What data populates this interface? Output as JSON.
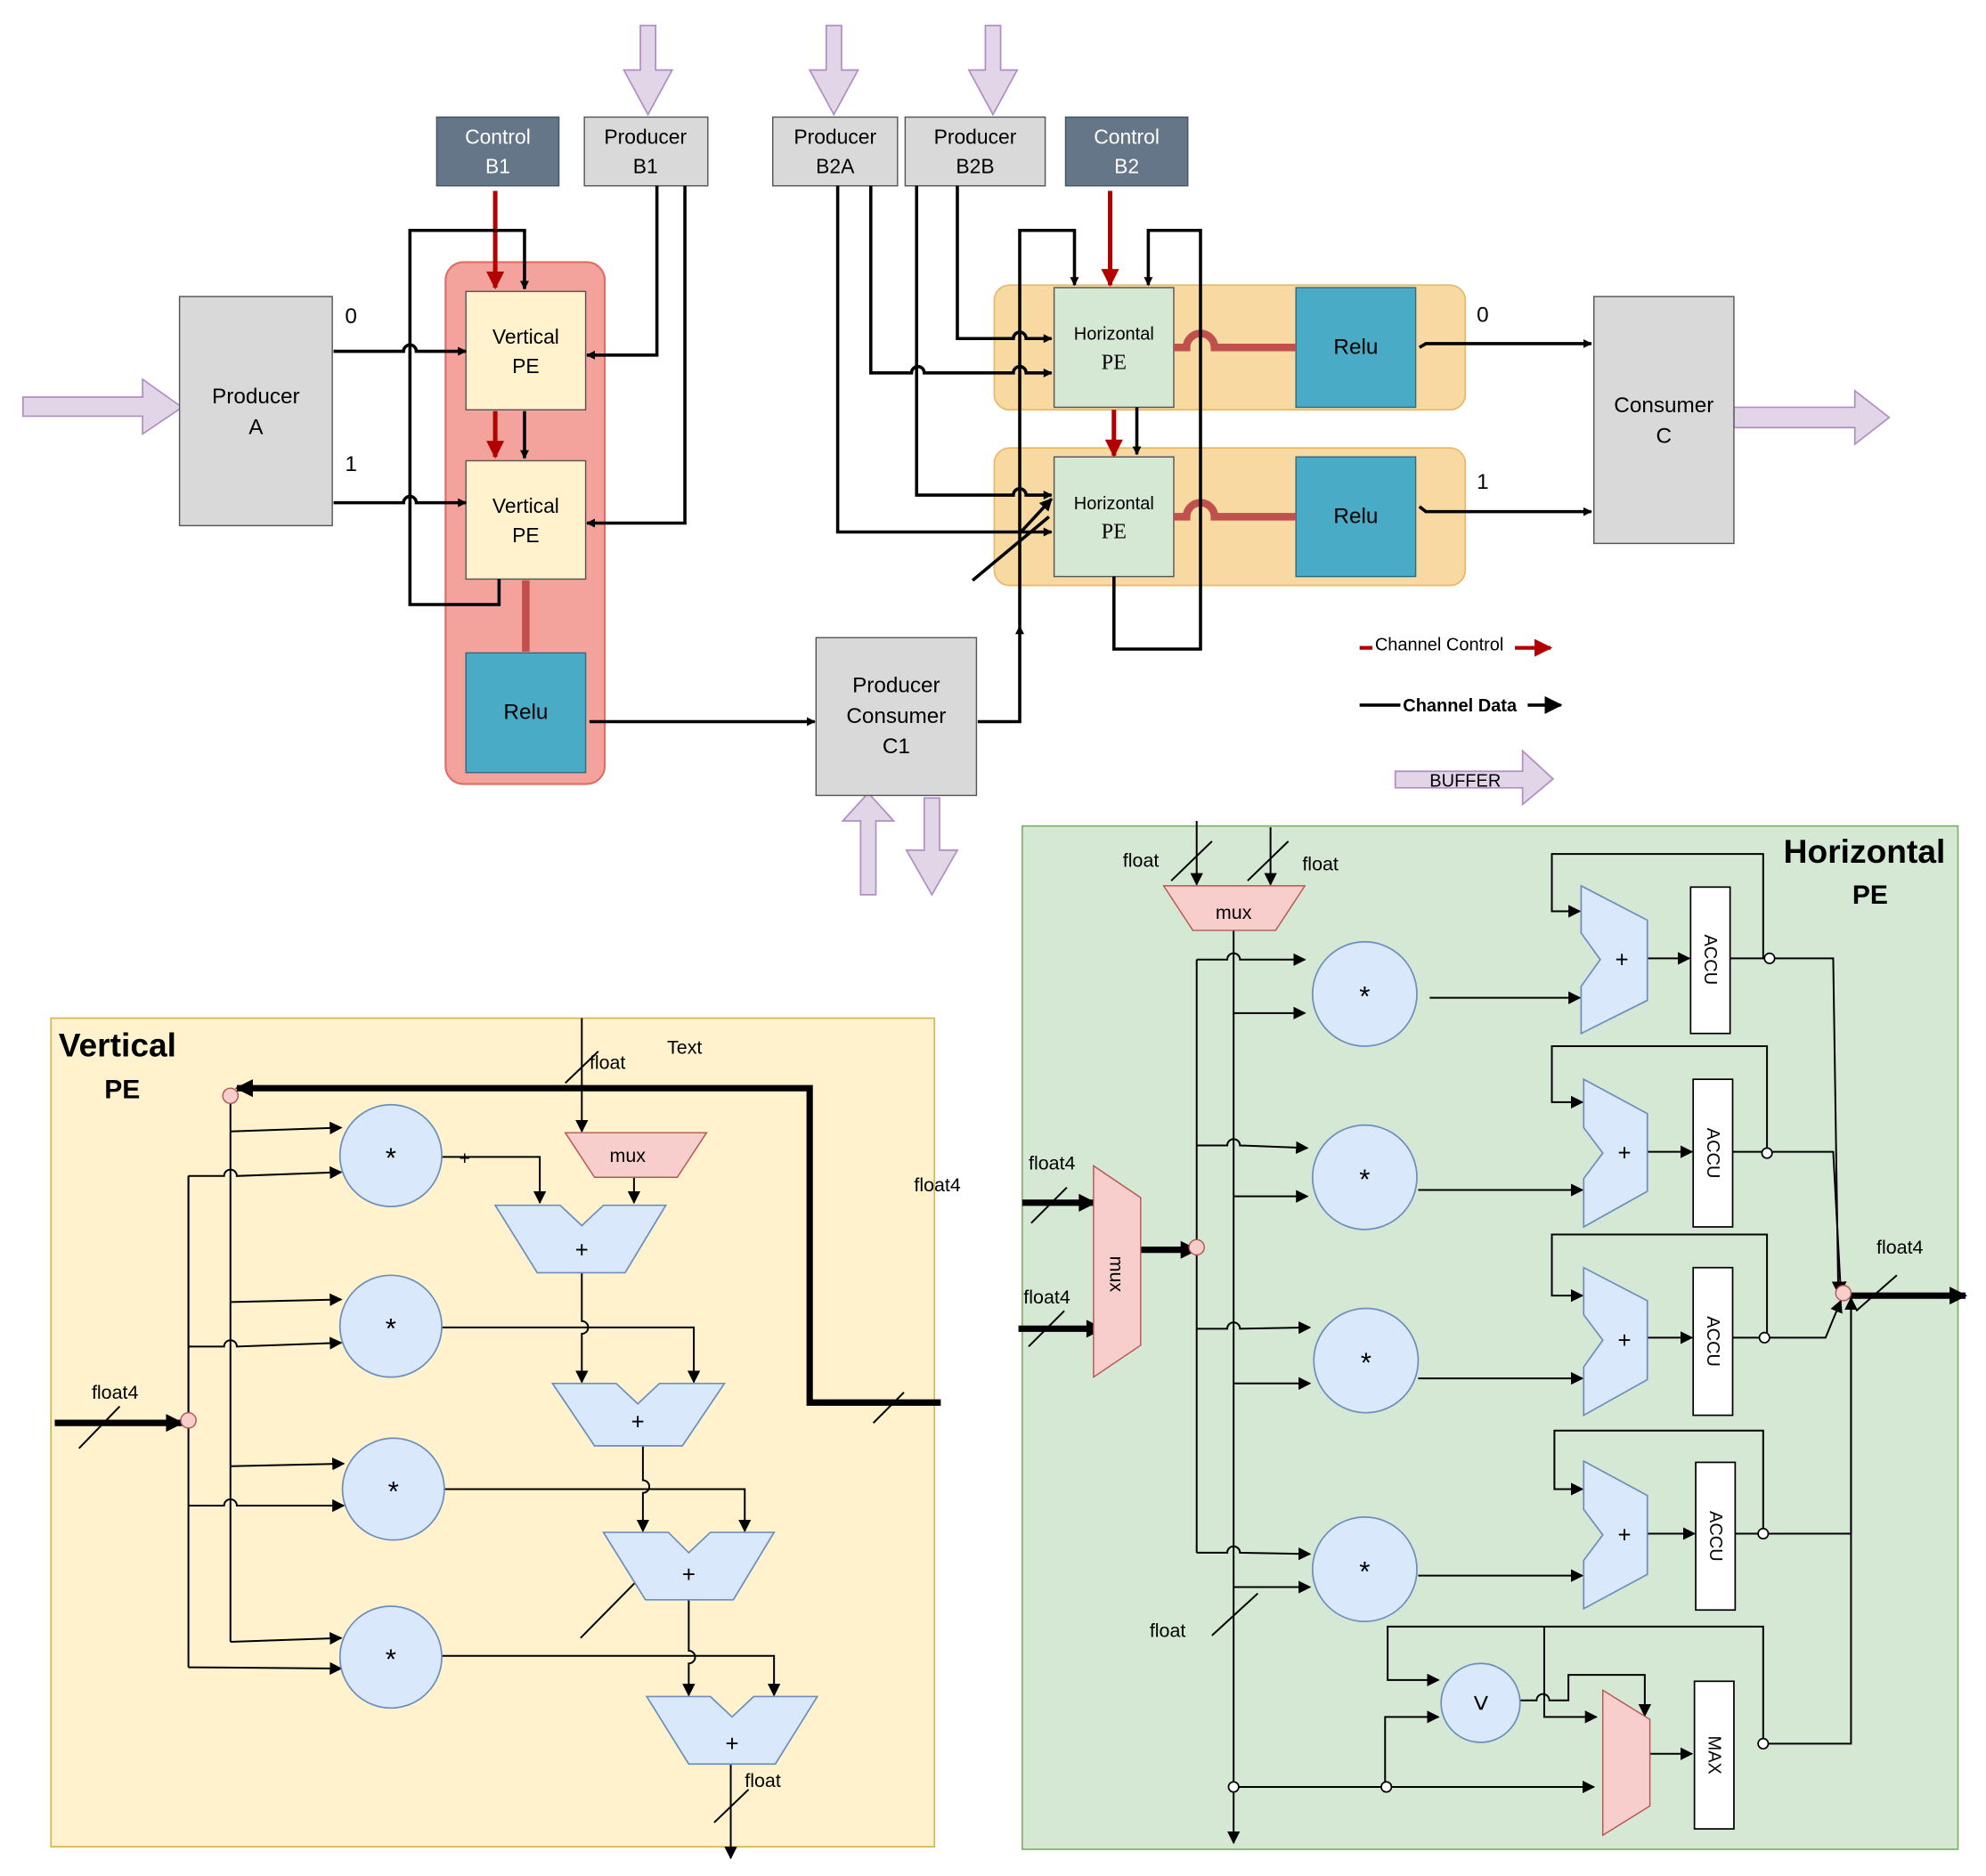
{
  "blocks": {
    "control_b1": [
      "Control",
      "B1"
    ],
    "producer_b1": [
      "Producer",
      "B1"
    ],
    "producer_b2a": [
      "Producer",
      "B2A"
    ],
    "producer_b2b": [
      "Producer",
      "B2B"
    ],
    "control_b2": [
      "Control",
      "B2"
    ],
    "producer_a": [
      "Producer",
      "A"
    ],
    "vertical_pe_top": [
      "Vertical",
      "PE"
    ],
    "vertical_pe_bottom": [
      "Vertical",
      "PE"
    ],
    "relu_vertical": "Relu",
    "producer_consumer_c1": [
      "Producer",
      "Consumer",
      "C1"
    ],
    "horizontal_pe_top": [
      "Horizontal",
      "PE"
    ],
    "horizontal_pe_bottom": [
      "Horizontal",
      "PE"
    ],
    "relu_top": "Relu",
    "relu_bottom": "Relu",
    "consumer_c": [
      "Consumer",
      "C"
    ]
  },
  "ports": {
    "a_out0": "0",
    "a_out1": "1",
    "c_in0": "0",
    "c_in1": "1"
  },
  "legend": {
    "control": "Channel Control",
    "data": "Channel Data",
    "buffer": "BUFFER"
  },
  "vertical_detail": {
    "title_line1": "Vertical",
    "title_line2": "PE",
    "multiply": "*",
    "add": "+",
    "mux": "mux",
    "float_top": "float",
    "text_label": "Text",
    "float4_left": "float4",
    "float4_right": "float4",
    "float_bottom": "float",
    "plus_mark": "+"
  },
  "horizontal_detail": {
    "title_line1": "Horizontal",
    "title_line2": "PE",
    "float_a": "float",
    "float_b": "float",
    "mux_top": "mux",
    "mux_side": "mux",
    "float4_in1": "float4",
    "float4_in2": "float4",
    "float4_out": "float4",
    "float_bottom": "float",
    "multiply": "*",
    "add": "+",
    "accu": "ACCU",
    "compare": ">",
    "max": "MAX"
  },
  "colors": {
    "control_block": "#647687",
    "producer_block": "#d9d9d9",
    "pe_block": "#fff2cc",
    "horizontal_pe": "#d5e8d4",
    "relu_block": "#4aabc6",
    "vertical_group": "#f4a39c",
    "horizontal_group": "#f8d9a2",
    "control_arrow": "#b20000",
    "buffer_arrow": "#e1d5e7",
    "vertical_panel": "#fff2cc",
    "horizontal_panel": "#d5e8d4",
    "op_circle": "#dae8fc",
    "mux_fill": "#f8cecc"
  }
}
